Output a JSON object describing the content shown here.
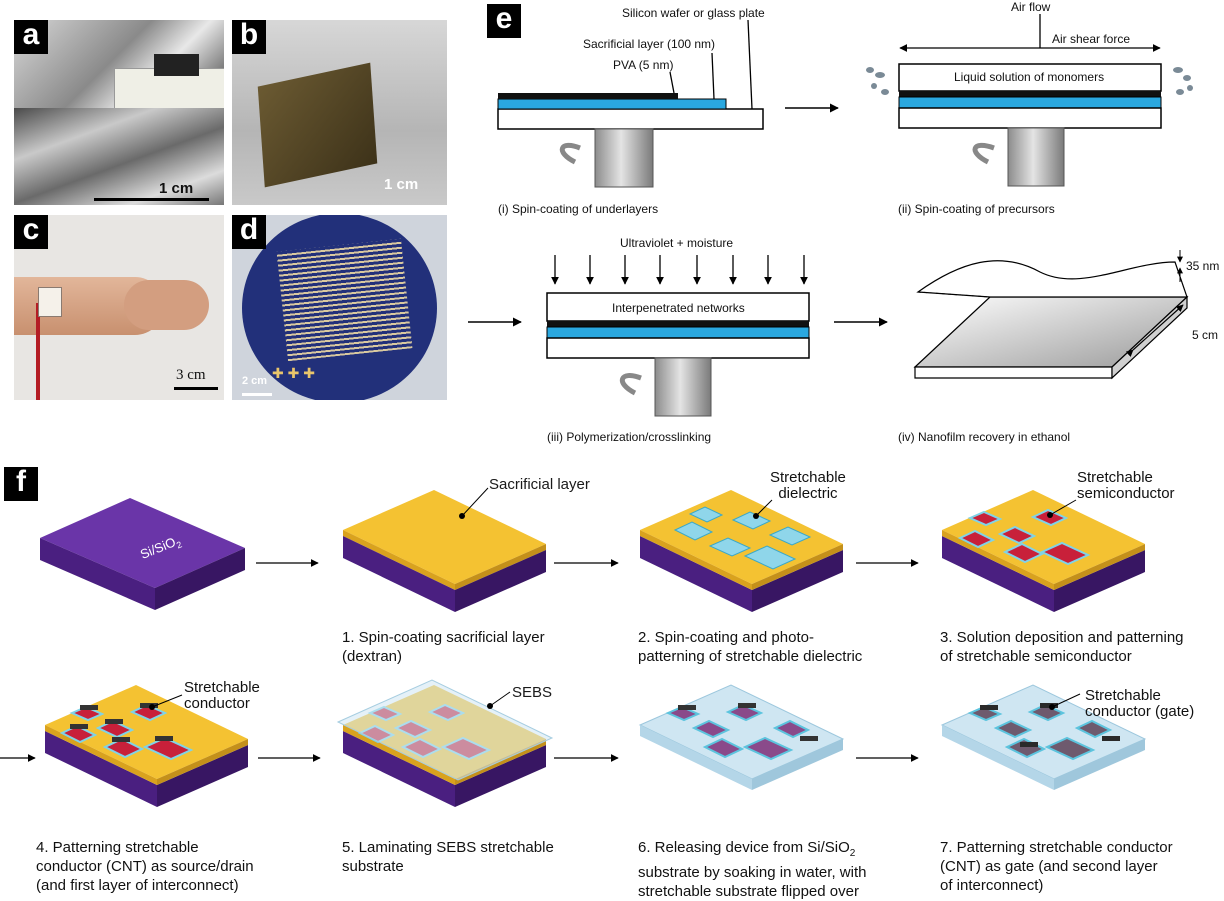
{
  "panels": {
    "a": {
      "label": "a",
      "scale": "1 cm"
    },
    "b": {
      "label": "b",
      "scale": "1 cm"
    },
    "c": {
      "label": "c",
      "scale": "3 cm"
    },
    "d": {
      "label": "d",
      "scale": "2 cm"
    },
    "e": {
      "label": "e"
    },
    "f": {
      "label": "f"
    }
  },
  "e": {
    "step1": {
      "wafer_label": "Silicon wafer or glass plate",
      "sacrificial_label": "Sacrificial layer (100 nm)",
      "pva_label": "PVA (5 nm)",
      "caption": "(i) Spin-coating of underlayers"
    },
    "step2": {
      "airflow_label": "Air flow",
      "shear_label": "Air shear force",
      "layer_label": "Liquid solution of monomers",
      "caption": "(ii) Spin-coating of precursors"
    },
    "step3": {
      "uv_label": "Ultraviolet + moisture",
      "layer_label": "Interpenetrated networks",
      "caption": "(iii) Polymerization/crosslinking"
    },
    "step4": {
      "thickness_label": "35 nm",
      "width_label": "5 cm",
      "caption": "(iv) Nanofilm recovery in ethanol"
    }
  },
  "f": {
    "substrate_label": "Si/SiO",
    "substrate_sub": "2",
    "callouts": {
      "sacrificial": "Sacrificial layer",
      "dielectric": [
        "Stretchable",
        "dielectric"
      ],
      "semiconductor": [
        "Stretchable",
        "semiconductor"
      ],
      "conductor": [
        "Stretchable",
        "conductor"
      ],
      "sebs": "SEBS",
      "gate": [
        "Stretchable",
        "conductor (gate)"
      ]
    },
    "steps": [
      [
        "1. Spin-coating sacrificial layer",
        "(dextran)"
      ],
      [
        "2. Spin-coating and photo-",
        "patterning of stretchable dielectric"
      ],
      [
        "3. Solution deposition and patterning",
        "of stretchable semiconductor"
      ],
      [
        "4. Patterning stretchable",
        "conductor (CNT) as source/drain",
        "(and first layer of interconnect)"
      ],
      [
        "5. Laminating SEBS stretchable",
        "substrate"
      ],
      [
        "6. Releasing device from Si/SiO",
        "substrate by soaking in water, with",
        "stretchable substrate flipped over"
      ],
      [
        "7. Patterning stretchable conductor",
        "(CNT) as gate (and second layer",
        "of interconnect)"
      ]
    ],
    "step6_sub": "2"
  },
  "colors": {
    "purple": "#5b2a91",
    "gold": "#f2c230",
    "cyan": "#7fd3e8",
    "red": "#c8203a",
    "blue_layer": "#2aa8e0"
  }
}
